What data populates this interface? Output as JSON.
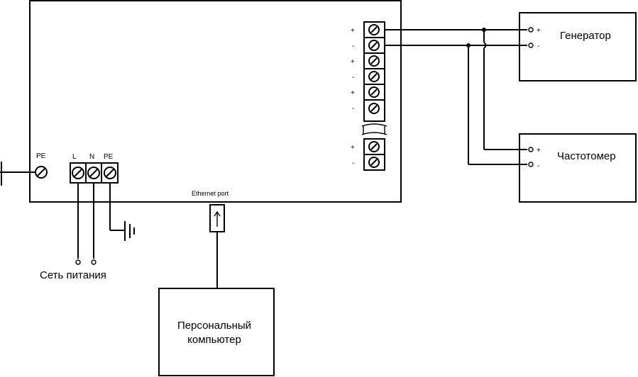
{
  "main_unit": {
    "pe_label": "PE",
    "power_terminals": [
      "L",
      "N",
      "PE"
    ],
    "ethernet_label": "Ethernet port",
    "output_polarities": [
      "+",
      "-",
      "+",
      "-",
      "+",
      "-",
      "+",
      "-"
    ]
  },
  "generator": {
    "title": "Генератор",
    "plus": "+",
    "minus": "-"
  },
  "frequency_meter": {
    "title": "Частотомер",
    "plus": "+",
    "minus": "-"
  },
  "mains": {
    "label": "Сеть питания"
  },
  "pc": {
    "line1": "Персональный",
    "line2": "компьютер"
  }
}
